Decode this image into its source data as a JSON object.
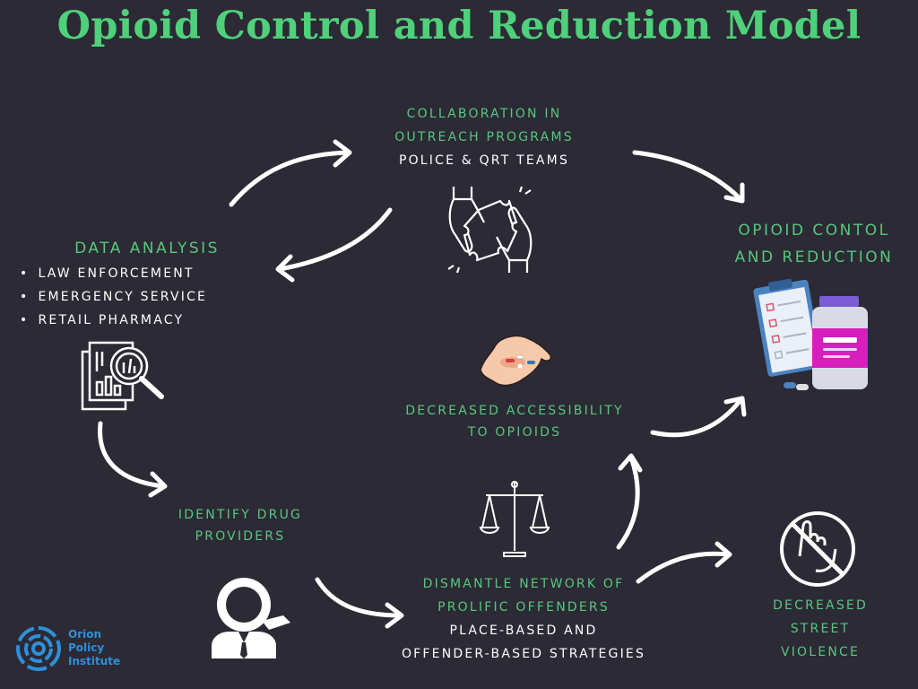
{
  "title": "Opioid Control and Reduction Model",
  "collaboration": {
    "line1": "COLLABORATION IN",
    "line2": "OUTREACH PROGRAMS",
    "sub": "POLICE & QRT TEAMS"
  },
  "data_analysis": {
    "heading": "DATA ANALYSIS",
    "items": [
      "LAW ENFORCEMENT",
      "EMERGENCY SERVICE",
      "RETAIL PHARMACY"
    ]
  },
  "outcome": {
    "line1": "OPIOID CONTOL",
    "line2": "AND REDUCTION"
  },
  "accessibility": {
    "line1": "DECREASED ACCESSIBILITY",
    "line2": "TO OPIOIDS"
  },
  "identify": {
    "line1": "IDENTIFY DRUG",
    "line2": "PROVIDERS"
  },
  "dismantle": {
    "line1": "DISMANTLE NETWORK OF",
    "line2": "PROLIFIC OFFENDERS",
    "sub1": "PLACE-BASED AND",
    "sub2": "OFFENDER-BASED STRATEGIES"
  },
  "violence": {
    "line1": "DECREASED",
    "line2": "STREET",
    "line3": "VIOLENCE"
  },
  "logo": {
    "line1": "Orion",
    "line2": "Policy",
    "line3": "Institute"
  },
  "colors": {
    "background": "#2b2a35",
    "title": "#4fd07a",
    "label_green": "#58c77d",
    "text_white": "#ffffff",
    "logo_blue": "#2f8fd8"
  },
  "icons": [
    "puzzle-hands-icon",
    "report-magnifier-icon",
    "clipboard-pill-bottle-icon",
    "hand-pills-icon",
    "scales-of-justice-icon",
    "user-search-icon",
    "no-violence-icon",
    "orion-logo-icon"
  ]
}
